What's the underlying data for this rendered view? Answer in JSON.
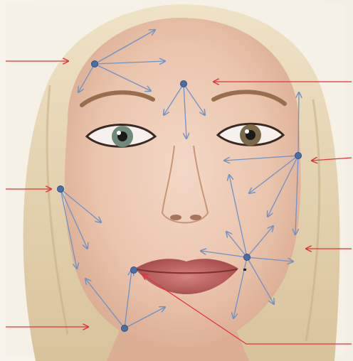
{
  "image": {
    "subject": "face-portrait",
    "annotation_style": {
      "anchor_point_color": "#4a6fa5",
      "vector_arrow_color": "#6f92c7",
      "pointer_arrow_color": "#e0353a",
      "background_color": "#ffffff"
    },
    "anchor_points": [
      {
        "name": "temple-left"
      },
      {
        "name": "forehead-center"
      },
      {
        "name": "temple-right"
      },
      {
        "name": "cheek-left"
      },
      {
        "name": "cheek-right"
      },
      {
        "name": "mouth-corner-left"
      },
      {
        "name": "jaw-left"
      }
    ],
    "pointer_arrows": [
      {
        "name": "pointer-temple-left"
      },
      {
        "name": "pointer-forehead-right"
      },
      {
        "name": "pointer-temple-right"
      },
      {
        "name": "pointer-cheek-left"
      },
      {
        "name": "pointer-cheek-right"
      },
      {
        "name": "pointer-jaw-left"
      },
      {
        "name": "pointer-mouth"
      }
    ]
  }
}
